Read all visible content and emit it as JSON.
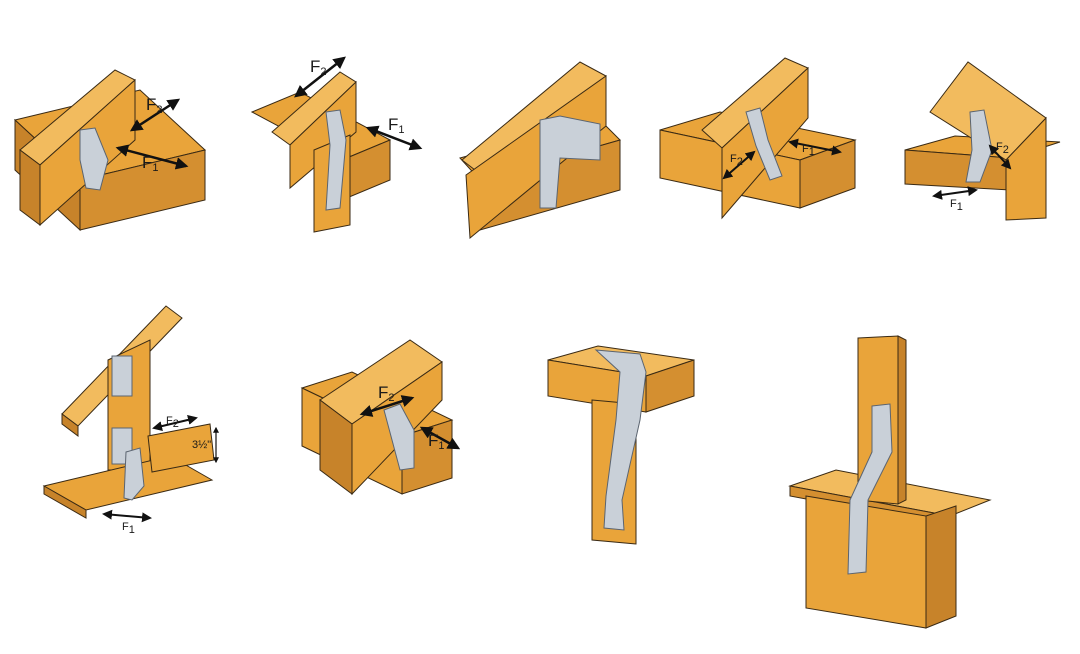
{
  "labels": {
    "f1": "F",
    "f2": "F",
    "sub1": "1",
    "sub2": "2",
    "dim": "3½\""
  },
  "colors": {
    "wood": "#E9A43A",
    "wood_dark": "#C7832A",
    "wood_light": "#F2BB5E",
    "steel": "#C9D0D8",
    "steel_dark": "#8E98A3",
    "outline": "#3A2A14",
    "arrow": "#111111"
  },
  "icons": [
    "truss-connector-icon",
    "strap-tie-icon",
    "hurricane-tie-icon",
    "double-headed-arrow-icon"
  ]
}
